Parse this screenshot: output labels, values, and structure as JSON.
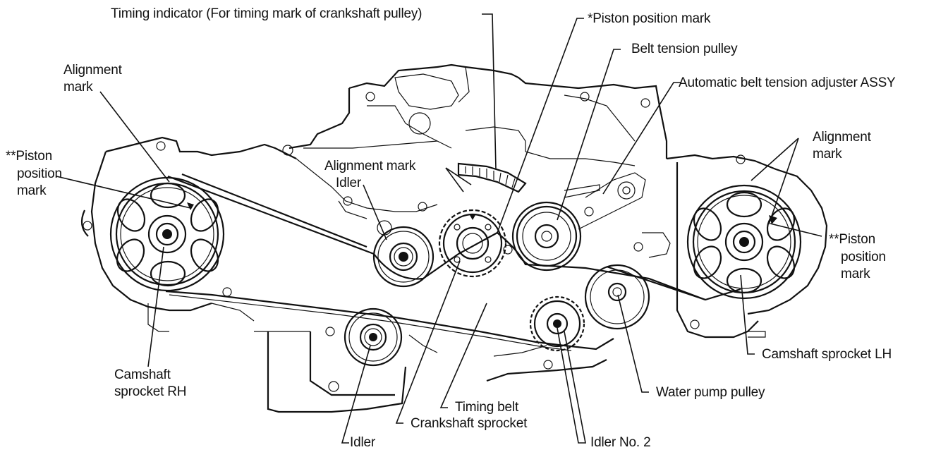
{
  "labels": {
    "timing_indicator": "Timing indicator (For timing mark of crankshaft pulley)",
    "piston_mark_top": "*Piston position mark",
    "belt_tension_pulley": "Belt tension pulley",
    "auto_tension_adjuster": "Automatic belt tension adjuster ASSY",
    "alignment_mark_left_1": "Alignment",
    "alignment_mark_left_2": "mark",
    "alignment_mark_right_1": "Alignment",
    "alignment_mark_right_2": "mark",
    "piston_left_1": "**Piston",
    "piston_left_2": "position",
    "piston_left_3": "mark",
    "piston_right_1": "**Piston",
    "piston_right_2": "position",
    "piston_right_3": "mark",
    "alignment_mark_center": "Alignment mark",
    "idler_upper": "Idler",
    "camshaft_rh_1": "Camshaft",
    "camshaft_rh_2": "sprocket  RH",
    "camshaft_lh": "Camshaft sprocket LH",
    "water_pump_pulley": "Water pump pulley",
    "timing_belt": "Timing belt",
    "crankshaft_sprocket": "Crankshaft sprocket",
    "idler_lower": "Idler",
    "idler_no2": "Idler No. 2"
  }
}
